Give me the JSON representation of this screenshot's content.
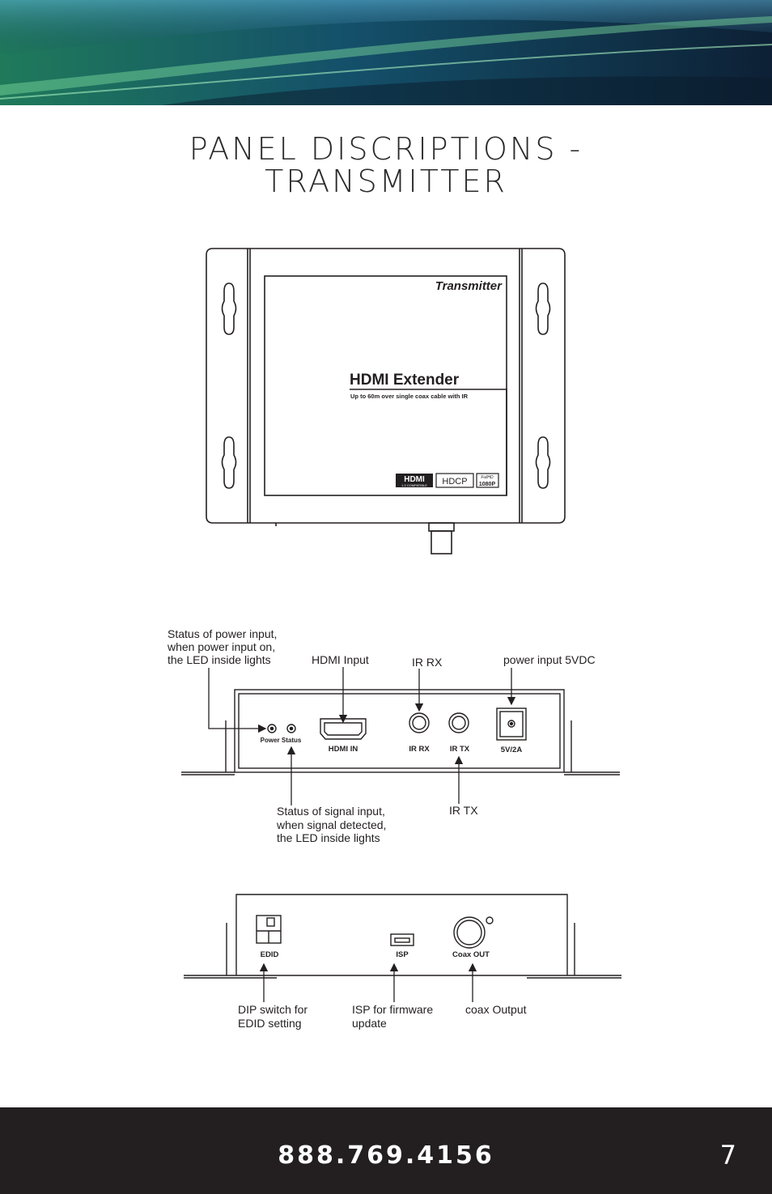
{
  "page": {
    "title_line1": "PANEL DISCRIPTIONS -",
    "title_line2": "TRANSMITTER",
    "phone": "888.769.4156",
    "page_number": "7"
  },
  "top_view": {
    "device_label": "Transmitter",
    "product_name": "HDMI Extender",
    "product_tagline": "Up to 60m over single coax cable with IR",
    "logo_hdmi": "HDMI",
    "logo_hdmi_sub": "1.3 COMPATIBLE",
    "logo_hdcp": "HDCP",
    "logo_fullhd": "FullHD",
    "logo_1080p": "1080P"
  },
  "front_panel": {
    "panel_labels": {
      "power_status": "Power Status",
      "hdmi_in": "HDMI IN",
      "ir_rx": "IR RX",
      "ir_tx": "IR TX",
      "power": "5V/2A"
    },
    "callouts": {
      "power_status_l1": "Status of power input,",
      "power_status_l2": "when power input on,",
      "power_status_l3": "the LED inside lights",
      "hdmi_input": "HDMI Input",
      "ir_rx": "IR RX",
      "power_input": "power input 5VDC",
      "signal_status_l1": "Status of signal input,",
      "signal_status_l2": "when signal detected,",
      "signal_status_l3": "the LED inside lights",
      "ir_tx": "IR TX"
    }
  },
  "rear_panel": {
    "panel_labels": {
      "edid": "EDID",
      "isp": "ISP",
      "coax_out": "Coax OUT"
    },
    "callouts": {
      "dip_l1": "DIP switch for",
      "dip_l2": "EDID setting",
      "isp_l1": "ISP for firmware",
      "isp_l2": "update",
      "coax": "coax Output"
    }
  }
}
